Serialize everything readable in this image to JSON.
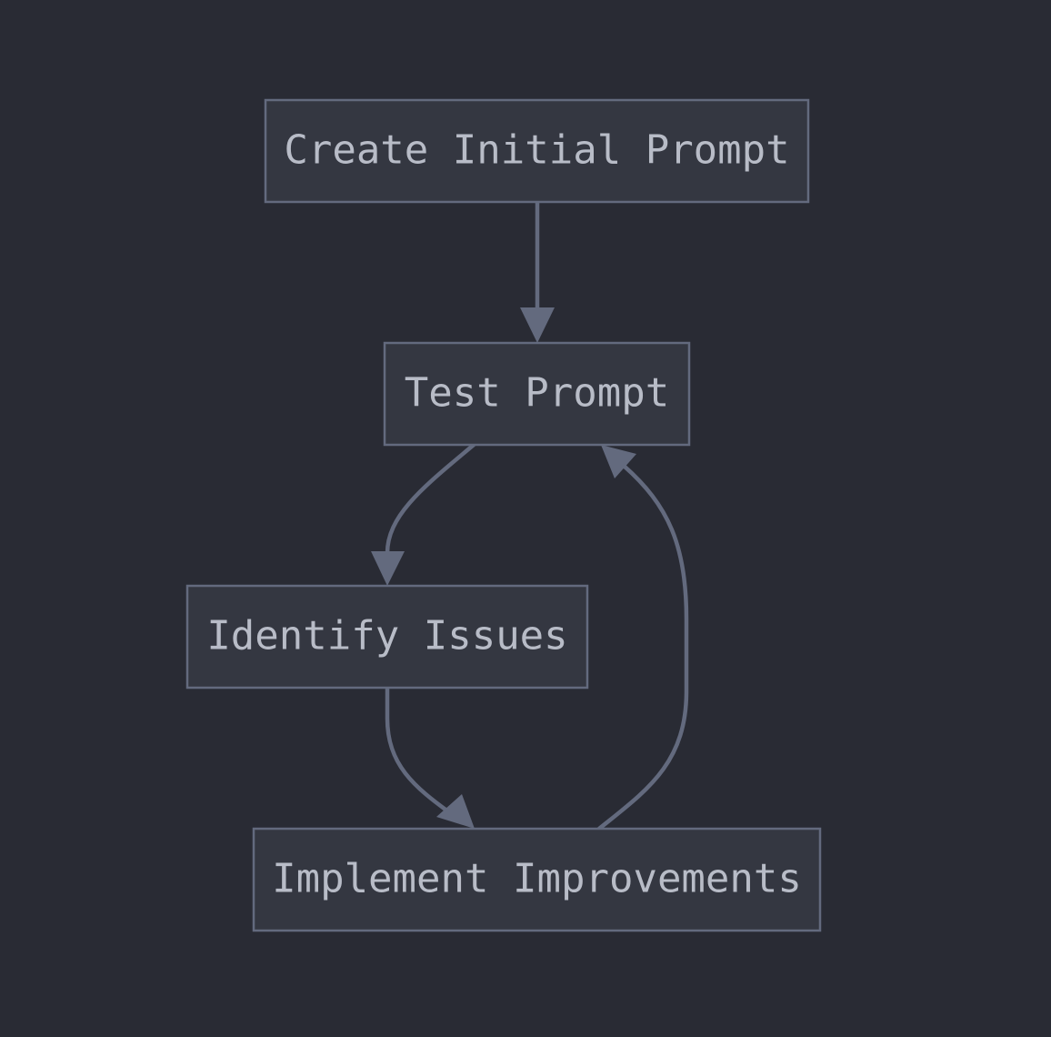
{
  "nodes": {
    "create": "Create Initial Prompt",
    "test": "Test Prompt",
    "identify": "Identify Issues",
    "implement": "Implement Improvements"
  },
  "edges": [
    {
      "from": "Create Initial Prompt",
      "to": "Test Prompt"
    },
    {
      "from": "Test Prompt",
      "to": "Identify Issues"
    },
    {
      "from": "Identify Issues",
      "to": "Implement Improvements"
    },
    {
      "from": "Implement Improvements",
      "to": "Test Prompt"
    }
  ],
  "colors": {
    "background": "#292b34",
    "node_fill": "#343741",
    "node_border": "#636a7e",
    "edge": "#636a7e",
    "text": "#b8bcc7"
  }
}
